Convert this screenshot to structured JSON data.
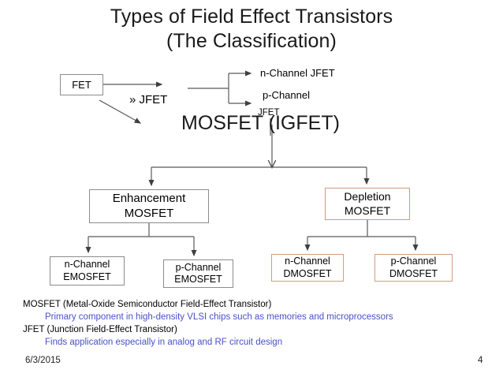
{
  "slide": {
    "title_line1": "Types of Field Effect Transistors",
    "title_line2": "(The Classification)",
    "footer_date": "6/3/2015",
    "footer_page": "4"
  },
  "diagram": {
    "root_box": "FET",
    "jfet_arrow_label": "» JFET",
    "jfet_children": [
      "n-Channel JFET",
      "p-Channel"
    ],
    "jfet_child_wrap": "JFET",
    "mosfet_heading": "MOSFET (IGFET)",
    "mosfet_branches": [
      {
        "line1": "Enhancement",
        "line2": "MOSFET",
        "accent": "#8c8c8c"
      },
      {
        "line1": "Depletion",
        "line2": "MOSFET",
        "accent": "#d49a80"
      }
    ],
    "leaf_boxes": [
      {
        "line1": "n-Channel",
        "line2": "EMOSFET",
        "accent": "#8c8c8c"
      },
      {
        "line1": "p-Channel",
        "line2": "EMOSFET",
        "accent": "#8c8c8c"
      },
      {
        "line1": "n-Channel",
        "line2": "DMOSFET",
        "accent": "#d49a80"
      },
      {
        "line1": "p-Channel",
        "line2": "DMOSFET",
        "accent": "#d49a80"
      }
    ]
  },
  "notes": {
    "mosfet_expansion": "MOSFET (Metal-Oxide Semiconductor Field-Effect Transistor)",
    "mosfet_detail": "Primary component in high-density VLSI chips such as memories and microprocessors",
    "jfet_expansion": "JFET (Junction Field-Effect Transistor)",
    "jfet_detail": "Finds application especially in analog and RF circuit design"
  },
  "colors": {
    "accent_gray": "#8c8c8c",
    "accent_salmon": "#d49a80",
    "note_blue": "#4a50c8",
    "line": "#595959"
  }
}
